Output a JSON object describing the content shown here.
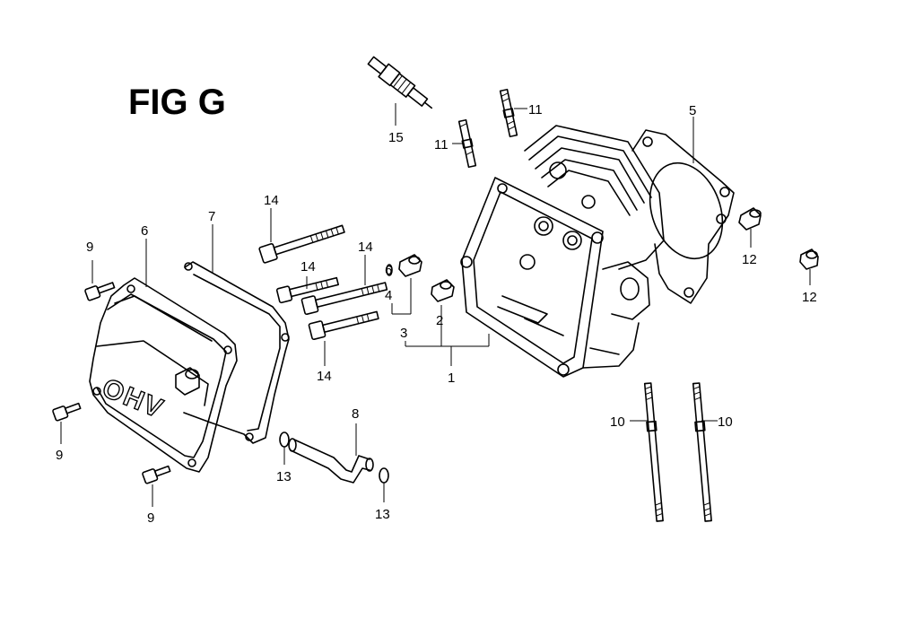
{
  "title": "FIG G",
  "callouts": {
    "c1": "1",
    "c2": "2",
    "c3": "3",
    "c4": "4",
    "c5": "5",
    "c6a": "6",
    "c6b": "6",
    "c7": "7",
    "c8": "8",
    "c9a": "9",
    "c9b": "9",
    "c9c": "9",
    "c10a": "10",
    "c10b": "10",
    "c11a": "11",
    "c11b": "11",
    "c12a": "12",
    "c12b": "12",
    "c13a": "13",
    "c13b": "13",
    "c14a": "14",
    "c14b": "14",
    "c14c": "14",
    "c14d": "14",
    "c15": "15"
  },
  "cover_lettering": "OHV"
}
